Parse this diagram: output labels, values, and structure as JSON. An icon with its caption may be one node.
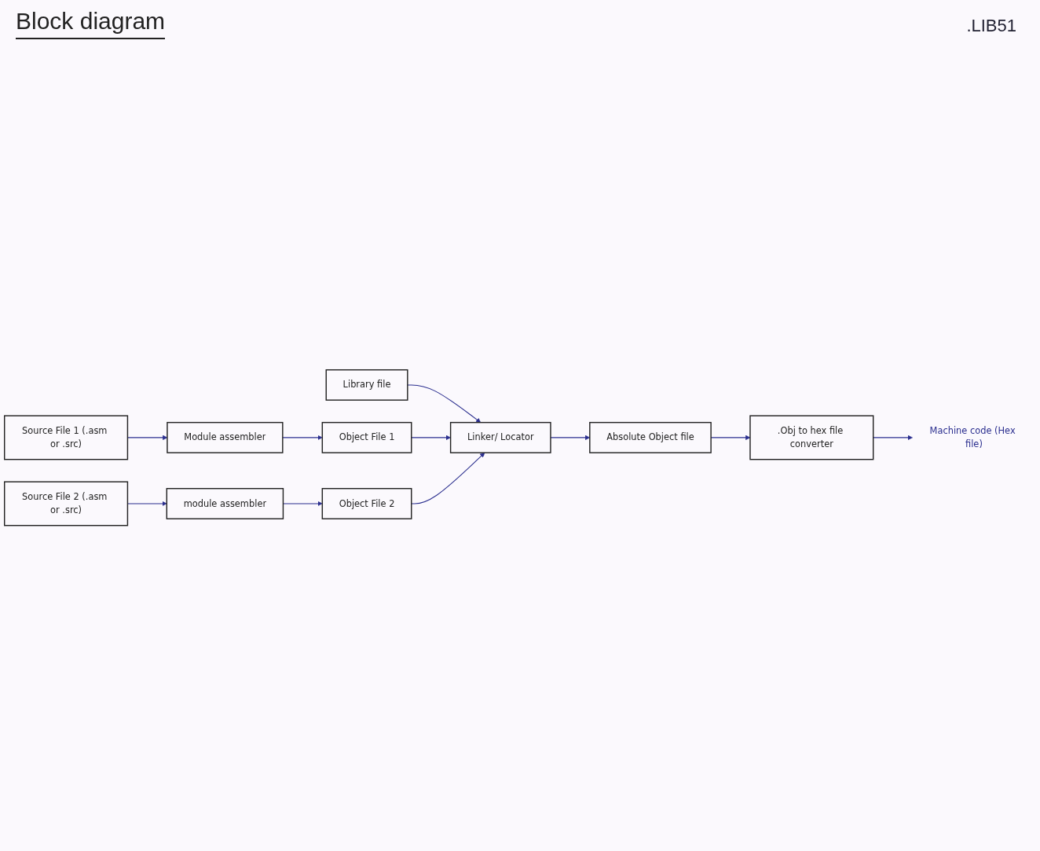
{
  "diagram": {
    "title": "Block diagram",
    "nodes": [
      {
        "text": [
          "Library file"
        ]
      },
      {
        "text": [
          "Source File 1 (.asm or .src)"
        ]
      },
      {
        "text": [
          "Module assembler"
        ]
      },
      {
        "text": [
          "Object File 1"
        ]
      },
      {
        "text": [
          "Source File 2 (.asm or .src)"
        ]
      },
      {
        "text": [
          "module assembler"
        ]
      },
      {
        "text": [
          "Object File 2"
        ]
      },
      {
        "text": [
          "Linker/ Locator"
        ]
      },
      {
        "text": [
          "Absolute Object file"
        ]
      },
      {
        "text": [
          ".Obj to hex file converter"
        ]
      },
      {
        "text": [
          "Machine code (Hex file)"
        ]
      }
    ],
    "edges": [
      {
        "from": 1,
        "to": 2,
        "arrow": "to"
      },
      {
        "from": 2,
        "to": 3,
        "arrow": "to"
      },
      {
        "from": 4,
        "to": 5,
        "arrow": "to"
      },
      {
        "from": 5,
        "to": 6,
        "arrow": "to"
      },
      {
        "from": 0,
        "to": 7,
        "arrow": "to"
      },
      {
        "from": 3,
        "to": 7,
        "arrow": "to"
      },
      {
        "from": 6,
        "to": 7,
        "arrow": "to"
      },
      {
        "from": 7,
        "to": 8,
        "arrow": "to"
      },
      {
        "from": 8,
        "to": 9,
        "arrow": "to"
      },
      {
        "from": 9,
        "to": 10,
        "arrow": "to"
      }
    ],
    "labels": [
      ".LIB51"
    ]
  }
}
